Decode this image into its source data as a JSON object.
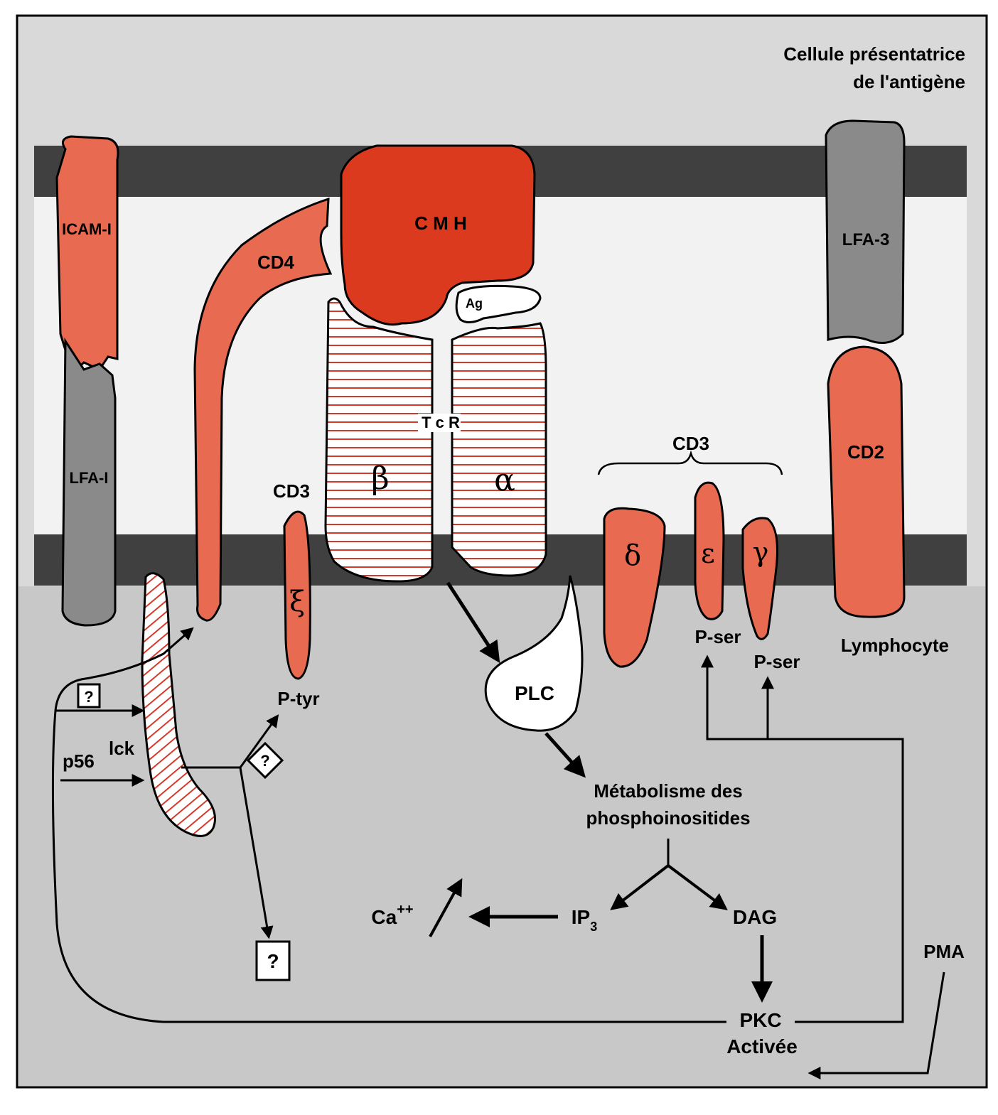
{
  "labels": {
    "apc": [
      "Cellule présentatrice",
      "de l'antigène"
    ],
    "lymphocyte": "Lymphocyte",
    "icam": "ICAM-I",
    "lfa1": "LFA-I",
    "lfa3": "LFA-3",
    "cd2": "CD2",
    "cd4": "CD4",
    "cmh": "C M H",
    "ag": "Ag",
    "tcr": "T c R",
    "beta": "β",
    "alpha": "α",
    "cd3_left": "CD3",
    "cd3_right": "CD3",
    "zeta": "ξ",
    "delta": "δ",
    "epsilon": "ε",
    "gamma": "γ",
    "ptyr": "P-tyr",
    "pser1": "P-ser",
    "pser2": "P-ser",
    "plc": "PLC",
    "metab": [
      "Métabolisme des",
      "phosphoinositides"
    ],
    "ip3": "IP",
    "ip3_sub": "3",
    "dag": "DAG",
    "ca": "Ca",
    "ca_sup": "++",
    "pkc": "PKC",
    "activee": "Activée",
    "pma": "PMA",
    "p56": "p56",
    "lck": "lck",
    "q1": "?",
    "q2": "?",
    "q3": "?"
  },
  "colors": {
    "background": "#d9d9d9",
    "membrane": "#404040",
    "salmon": "#e86a50",
    "cmh_red": "#dc3a1e",
    "grey_molecule": "#8a8a8a",
    "hatch": "#d43a2a"
  }
}
